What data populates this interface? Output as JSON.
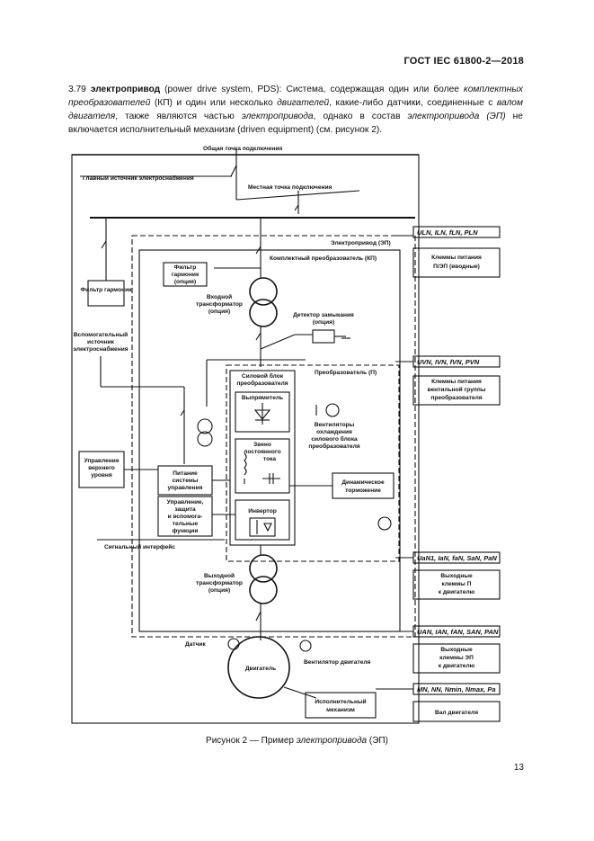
{
  "header": {
    "doc_id": "ГОСТ IEC 61800-2—2018"
  },
  "definition": {
    "number": "3.79",
    "term": "электропривод",
    "term_en": "(power drive system, PDS):",
    "t1": "Система, содержащая один или более",
    "t1i": "комплектных преобразователей",
    "t2": "(КП) и один или несколько",
    "t2i": "двигателей",
    "t3": ", какие-либо датчики, соединенные с",
    "t3i": "валом двигателя",
    "t4": ", также являются частью",
    "t4i": "электропривода",
    "t5": ", однако в состав",
    "t5i": "электропривода (ЭП)",
    "t6": "не включается исполнительный механизм (driven equipment) (см. рисунок 2)."
  },
  "diagram": {
    "common_point": "Общая точка подключения",
    "main_supply": "Главный источник электроснабжения",
    "local_point": "Местная точка подключения",
    "pds_label": "Электропривод (ЭП)",
    "cds_label": "Комплектный преобразователь (КП)",
    "bds_label": "Преобразователь (П)",
    "harmonic_filter": "Фильтр гармоник",
    "harmonic_filter_opt": [
      "Фильтр",
      "гармоник",
      "(опция)"
    ],
    "input_transformer": [
      "Входной",
      "трансформатор",
      "(опция)"
    ],
    "ground_detector": [
      "Детектор замыкания",
      "(опция)"
    ],
    "aux_supply": [
      "Вспомогательный",
      "источник",
      "электроснабжения"
    ],
    "power_section": [
      "Силовой блок",
      "преобразователя"
    ],
    "rectifier": "Выпрямитель",
    "dc_link": [
      "Звено",
      "постоянного",
      "тока"
    ],
    "inverter": "Инвертор",
    "cooling_fans": [
      "Вентиляторы",
      "охлаждения",
      "силового блока",
      "преобразователя"
    ],
    "dynamic_braking": [
      "Динамическое",
      "торможение"
    ],
    "control_power": [
      "Питание",
      "системы",
      "управления"
    ],
    "control_protection": [
      "Управление,",
      "защита",
      "и вспомога-",
      "тельные",
      "функции"
    ],
    "upper_control": [
      "Управление",
      "верхнего",
      "уровня"
    ],
    "signal_interface": "Сигнальный интерфейс",
    "output_transformer": [
      "Выходной",
      "трансформатор",
      "(опция)"
    ],
    "sensor": "Датчик",
    "motor": "Двигатель",
    "motor_fan": "Вентилятор двигателя",
    "driven_equipment": [
      "Исполнительный",
      "механизм"
    ],
    "right_params": [
      {
        "params": "ULN, ILN, fLN, PLN",
        "label": [
          "Клеммы питания",
          "П/ЭП (вводные)"
        ]
      },
      {
        "params": "UVN, IVN, fVN, PVN",
        "label": [
          "Клеммы питания",
          "вентильной группы",
          "преобразователя"
        ]
      },
      {
        "params": "UaN1, IaN, faN, SaN, PaN",
        "label": [
          "Выходные",
          "клеммы П",
          "к двигателю"
        ]
      },
      {
        "params": "UAN, IAN, fAN, SAN, PAN",
        "label": [
          "Выходные",
          "клеммы ЭП",
          "к двигателю"
        ]
      },
      {
        "params": "MN, NN, Nmin, Nmax, Pa",
        "label": [
          "Вал двигателя"
        ]
      }
    ]
  },
  "caption": {
    "prefix": "Рисунок 2 — Пример",
    "term": "электропривода",
    "suffix": "(ЭП)"
  },
  "page_number": "13"
}
